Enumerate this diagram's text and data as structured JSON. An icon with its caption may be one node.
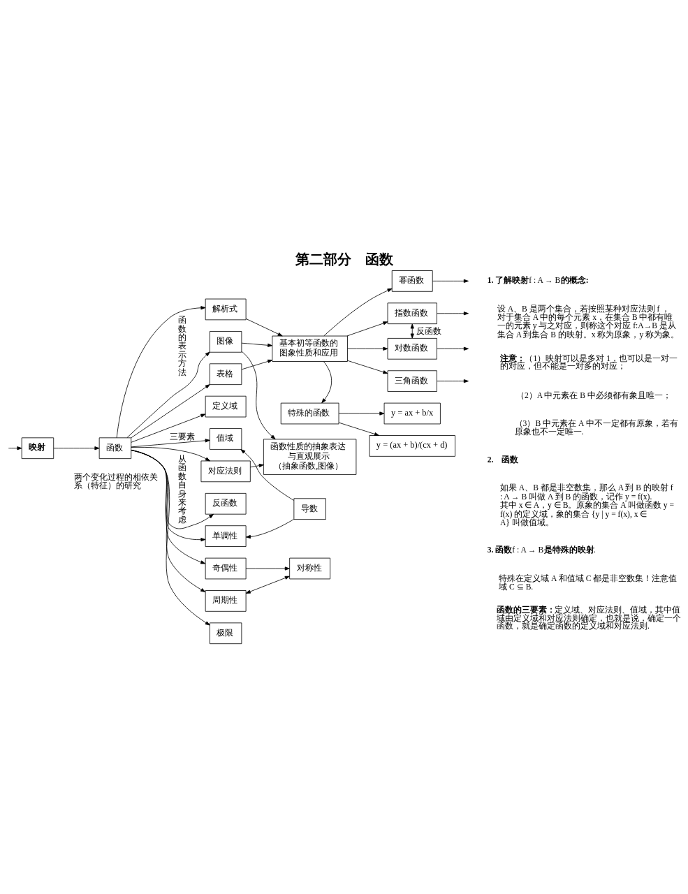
{
  "diagram": {
    "title": "第二部分　函数",
    "nodes": [
      {
        "text": [
          "映射"
        ]
      },
      {
        "text": [
          "函数"
        ]
      },
      {
        "text": [
          "解析式"
        ]
      },
      {
        "text": [
          "图像"
        ]
      },
      {
        "text": [
          "表格"
        ]
      },
      {
        "text": [
          "基本初等函数的图象性质和应用"
        ]
      },
      {
        "text": [
          "特殊的函数"
        ]
      },
      {
        "text": [
          "幂函数"
        ]
      },
      {
        "text": [
          "指数函数"
        ]
      },
      {
        "text": [
          "对数函数"
        ]
      },
      {
        "text": [
          "三角函数"
        ]
      },
      {
        "text": [
          "定义域"
        ]
      },
      {
        "text": [
          "值域"
        ]
      },
      {
        "text": [
          "对应法则"
        ]
      },
      {
        "text": [
          "函数性质的抽象表达与直观展示",
          "（抽象函数,图像）"
        ]
      },
      {
        "text": [
          "y = ax + b/x"
        ]
      },
      {
        "text": [
          "y = (ax + b)/(cx + d)"
        ]
      },
      {
        "text": [
          "导数"
        ]
      },
      {
        "text": [
          "反函数"
        ]
      },
      {
        "text": [
          "单调性"
        ]
      },
      {
        "text": [
          "奇偶性"
        ]
      },
      {
        "text": [
          "周期性"
        ]
      },
      {
        "text": [
          "极限"
        ]
      },
      {
        "text": [
          "对称性"
        ]
      }
    ],
    "edges": [
      {
        "from": null,
        "to": 0,
        "arrow": "to"
      },
      {
        "from": 0,
        "to": 1,
        "arrow": "to"
      },
      {
        "from": 1,
        "to": 2,
        "arrow": "to"
      },
      {
        "from": 1,
        "to": 3,
        "arrow": "to",
        "label": "函数的表示方法"
      },
      {
        "from": 1,
        "to": 4,
        "arrow": "to"
      },
      {
        "from": 2,
        "to": 5,
        "arrow": "to"
      },
      {
        "from": 3,
        "to": 5,
        "arrow": "to"
      },
      {
        "from": 4,
        "to": 5,
        "arrow": "to"
      },
      {
        "from": 5,
        "to": 6,
        "arrow": "to"
      },
      {
        "from": 5,
        "to": 7,
        "arrow": "to"
      },
      {
        "from": 5,
        "to": 8,
        "arrow": "to"
      },
      {
        "from": 5,
        "to": 9,
        "arrow": "to"
      },
      {
        "from": 5,
        "to": 10,
        "arrow": "to"
      },
      {
        "from": 7,
        "to": null,
        "arrow": "to"
      },
      {
        "from": 8,
        "to": null,
        "arrow": "to"
      },
      {
        "from": 9,
        "to": null,
        "arrow": "to"
      },
      {
        "from": 10,
        "to": null,
        "arrow": "to"
      },
      {
        "from": 8,
        "to": 9,
        "arrow": "both",
        "label": "反函数"
      },
      {
        "from": 6,
        "to": 15,
        "arrow": "to"
      },
      {
        "from": 6,
        "to": 16,
        "arrow": "to"
      },
      {
        "from": 1,
        "to": 11,
        "arrow": "to"
      },
      {
        "from": 1,
        "to": 12,
        "arrow": "to",
        "label": "三要素"
      },
      {
        "from": 1,
        "to": 13,
        "arrow": "to"
      },
      {
        "from": 3,
        "to": 14,
        "arrow": "to"
      },
      {
        "from": 13,
        "to": 14,
        "arrow": "to"
      },
      {
        "from": 17,
        "to": 12,
        "arrow": "to"
      },
      {
        "from": 17,
        "to": 19,
        "arrow": "to"
      },
      {
        "from": 1,
        "to": 18,
        "arrow": "to",
        "label": "从函数自身来考虑"
      },
      {
        "from": 1,
        "to": 19,
        "arrow": "to"
      },
      {
        "from": 1,
        "to": 20,
        "arrow": "to"
      },
      {
        "from": 1,
        "to": 21,
        "arrow": "to"
      },
      {
        "from": 1,
        "to": 22,
        "arrow": "to"
      },
      {
        "from": 20,
        "to": 23,
        "arrow": "to"
      },
      {
        "from": 21,
        "to": 23,
        "arrow": "both"
      }
    ],
    "labels": [
      "两个变化过程的相依关系（特征）的研究",
      "**1. 了解映射**f : A → B**的概念:**",
      "设 A、B 是两个集合，若按照某种对应法则 f ，对于集合 A 中的每个元素 x，在集合 B 中都有唯一的元素 y 与之对应，则称这个对应 f:A→B 是从集合 A 到集合 B 的映射。x 称为原象，y 称为象。",
      "**注意：**（1）映射可以是多对 1，也可以是一对一的对应，但不能是一对多的对应；",
      "（2）A 中元素在 B 中必须都有象且唯一；",
      "（3）B 中元素在 A 中不一定都有原象，若有原象也不一定唯一.",
      "2.　函数",
      "如果 A、B 都是非空数集，那么 A 到 B 的映射 f : A → B 叫做 A 到 B 的函数，记作 y = f(x). 其中 x ∈ A，y ∈ B。原象的集合 A 叫做函数 y = f(x) 的定义域，象的集合 {y | y = f(x), x ∈ A} 叫做值域。",
      "**3. 函数**f : A → B**是特殊的映射**.",
      "特殊在定义域 A 和值域 C 都是非空数集！注意值域 C ⊆ B.",
      "**函数的三要素：**定义域、对应法则、值域，其中值域由定义域和对应法则确定，也就是说，确定一个函数，就是确定函数的定义域和对应法则."
    ]
  }
}
